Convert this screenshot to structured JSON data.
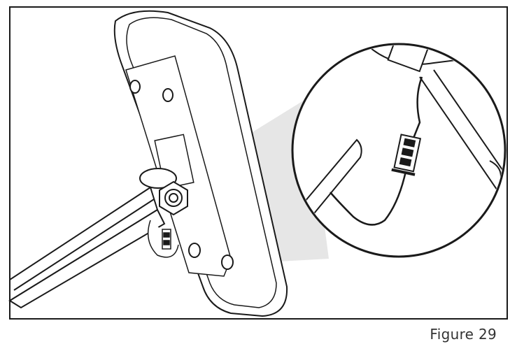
{
  "figure": {
    "caption": "Figure 29",
    "colors": {
      "line": "#1a1a1a",
      "callout_shade": "#e6e6e6",
      "background": "#ffffff"
    },
    "icons": [
      "console-mount",
      "bolt",
      "connector",
      "cable"
    ]
  }
}
